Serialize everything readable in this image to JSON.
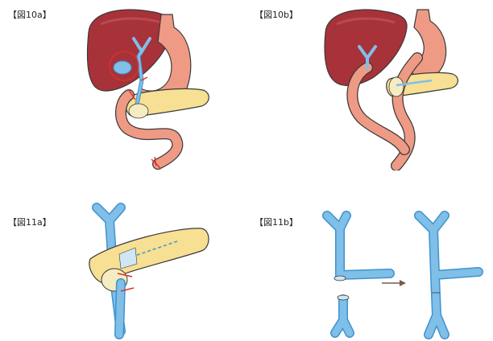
{
  "panels": {
    "a10": {
      "label": "【図10a】"
    },
    "b10": {
      "label": "【図10b】"
    },
    "a11": {
      "label": "【図11a】"
    },
    "b11": {
      "label": "【図11b】"
    }
  },
  "colors": {
    "liver": "#a8323a",
    "liver_light": "#c65a5f",
    "stomach": "#ef9a84",
    "stomach_dark": "#d97563",
    "pancreas": "#f7df93",
    "duct": "#7fbfe8",
    "duct_dark": "#3f93cf",
    "incision": "#d8322a",
    "outline": "#3a3a3a",
    "arrow": "#7a5a4a"
  },
  "icons": {
    "transition": "right-arrow-icon"
  }
}
